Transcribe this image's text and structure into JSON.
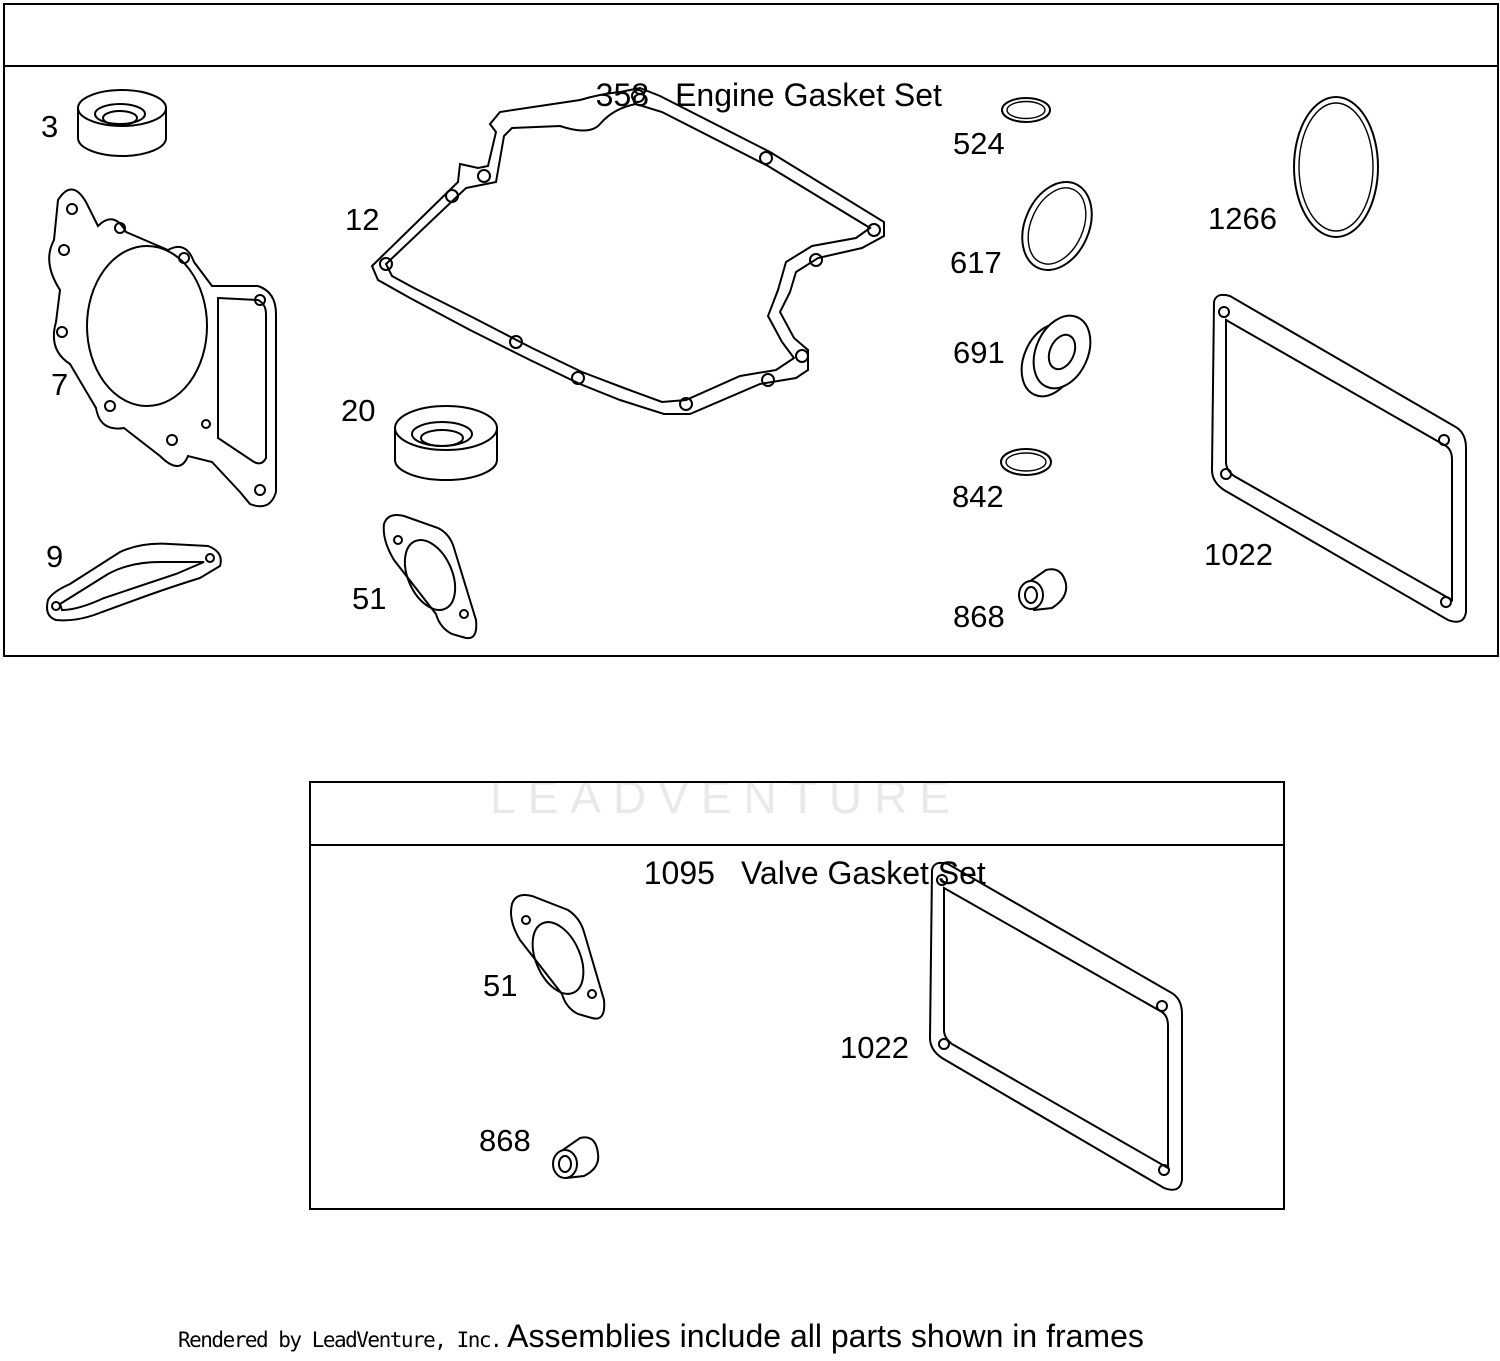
{
  "engine_set": {
    "number": "358",
    "title": "Engine Gasket Set",
    "callouts": {
      "p3": "3",
      "p7": "7",
      "p9": "9",
      "p12": "12",
      "p20": "20",
      "p51": "51",
      "p524": "524",
      "p617": "617",
      "p691": "691",
      "p842": "842",
      "p868": "868",
      "p1266": "1266",
      "p1022": "1022"
    }
  },
  "valve_set": {
    "number": "1095",
    "title": "Valve Gasket Set",
    "callouts": {
      "p51": "51",
      "p868": "868",
      "p1022": "1022"
    }
  },
  "watermark": "LEADVENTURE",
  "footer": {
    "credit": "Rendered by LeadVenture, Inc.",
    "note": "Assemblies include all parts shown in frames"
  }
}
